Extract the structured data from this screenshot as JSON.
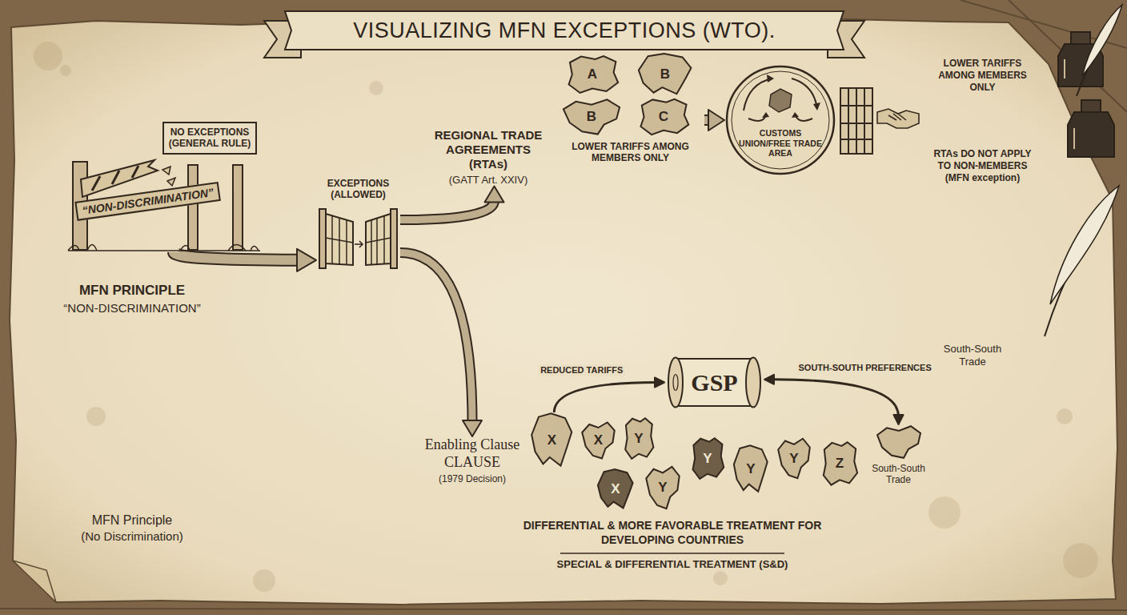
{
  "diagram": {
    "title": "VISUALIZING MFN EXCEPTIONS (WTO).",
    "nodes": [
      {
        "text": [
          "NO EXCEPTIONS (GENERAL RULE)",
          "“NON-DISCRIMINATION”"
        ]
      },
      {
        "text": [
          "EXCEPTIONS (ALLOWED)"
        ]
      },
      {
        "text": [
          "REGIONAL TRADE AGREEMENTS (RTAs)",
          "(GATT Art. XXIV)"
        ]
      },
      {
        "text": [
          "Enabling Clause CLAUSE",
          "(1979 Decision)"
        ]
      },
      {
        "text": [
          "LOWER TARIFFS AMONG MEMBERS ONLY"
        ]
      },
      {
        "text": [
          "A"
        ],
        "in": 4
      },
      {
        "text": [
          "B"
        ],
        "in": 4
      },
      {
        "text": [
          "B"
        ],
        "in": 4
      },
      {
        "text": [
          "C"
        ],
        "in": 4
      },
      {
        "text": [
          "CUSTOMS UNION/FREE TRADE AREA"
        ]
      },
      {
        "text": [
          "GSP"
        ]
      },
      {
        "text": [
          "X"
        ]
      },
      {
        "text": [
          "X"
        ]
      },
      {
        "text": [
          "Y"
        ]
      },
      {
        "text": [
          "X"
        ]
      },
      {
        "text": [
          "Y"
        ]
      },
      {
        "text": [
          "Y"
        ]
      },
      {
        "text": [
          "Y"
        ]
      },
      {
        "text": [
          "Y"
        ]
      },
      {
        "text": [
          "Z"
        ]
      },
      {
        "text": [
          "South-South Trade"
        ]
      }
    ],
    "edges": [
      {
        "from": 0,
        "to": 1,
        "arrow": "to"
      },
      {
        "from": 1,
        "to": 2,
        "arrow": "to"
      },
      {
        "from": 1,
        "to": 3,
        "arrow": "to"
      },
      {
        "from": 4,
        "to": 9,
        "arrow": "to"
      },
      {
        "from": 11,
        "to": 10,
        "label": "REDUCED TARIFFS",
        "arrow": "to"
      },
      {
        "from": 10,
        "to": 20,
        "label": "SOUTH-SOUTH PREFERENCES",
        "arrow": "both"
      }
    ],
    "labels": [
      "MFN PRINCIPLE",
      "“NON-DISCRIMINATION”",
      "LOWER TARIFFS AMONG MEMBERS ONLY",
      "RTAs DO NOT APPLY TO NON-MEMBERS (MFN exception)",
      "South-South Trade",
      "DIFFERENTIAL & MORE FAVORABLE TREATMENT FOR DEVELOPING COUNTRIES",
      "SPECIAL & DIFFERENTIAL TREATMENT (S&D)",
      "MFN Principle",
      "(No Discrimination)"
    ]
  }
}
